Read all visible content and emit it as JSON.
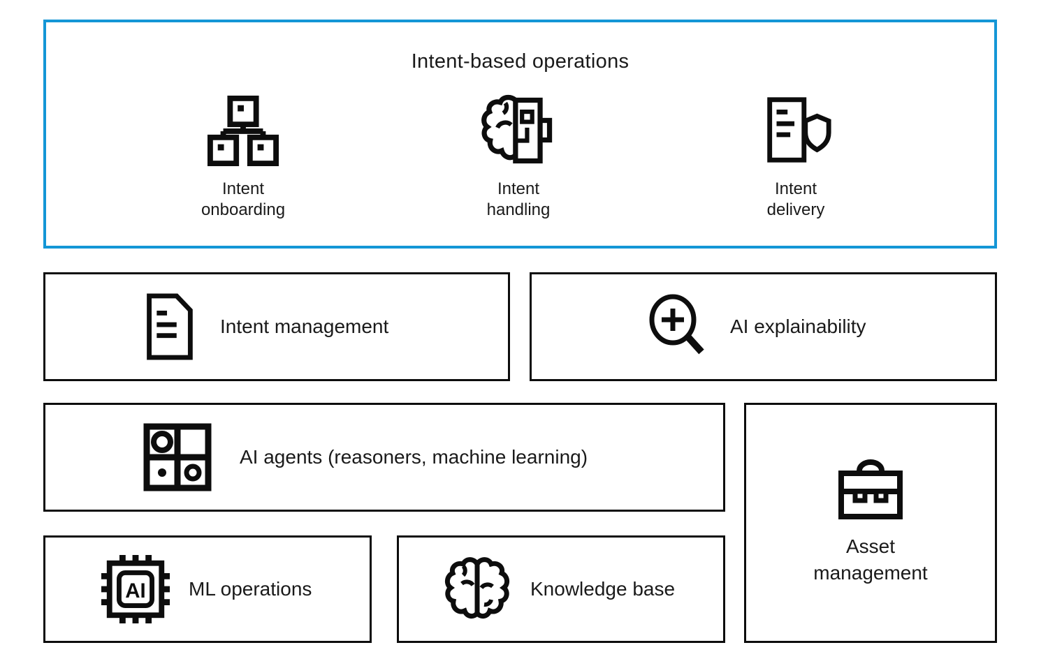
{
  "colors": {
    "accent_blue": "#1496d6",
    "ink": "#0d0d0d",
    "background": "#ffffff"
  },
  "top_panel": {
    "title": "Intent-based operations",
    "items": [
      {
        "icon": "network-hierarchy-icon",
        "label_line1": "Intent",
        "label_line2": "onboarding"
      },
      {
        "icon": "brain-machine-icon",
        "label_line1": "Intent",
        "label_line2": "handling"
      },
      {
        "icon": "document-shield-icon",
        "label_line1": "Intent",
        "label_line2": "delivery"
      }
    ]
  },
  "boxes": {
    "intent_management": {
      "icon": "document-icon",
      "label": "Intent management"
    },
    "ai_explainability": {
      "icon": "magnifier-plus-icon",
      "label": "AI explainability"
    },
    "ai_agents": {
      "icon": "agents-grid-icon",
      "label": "AI agents (reasoners, machine learning)"
    },
    "asset_management": {
      "icon": "briefcase-icon",
      "label_line1": "Asset",
      "label_line2": "management"
    },
    "ml_operations": {
      "icon": "ai-chip-icon",
      "label": "ML operations"
    },
    "knowledge_base": {
      "icon": "brain-icon",
      "label": "Knowledge base"
    }
  },
  "icons": {
    "chip_label": "AI"
  }
}
